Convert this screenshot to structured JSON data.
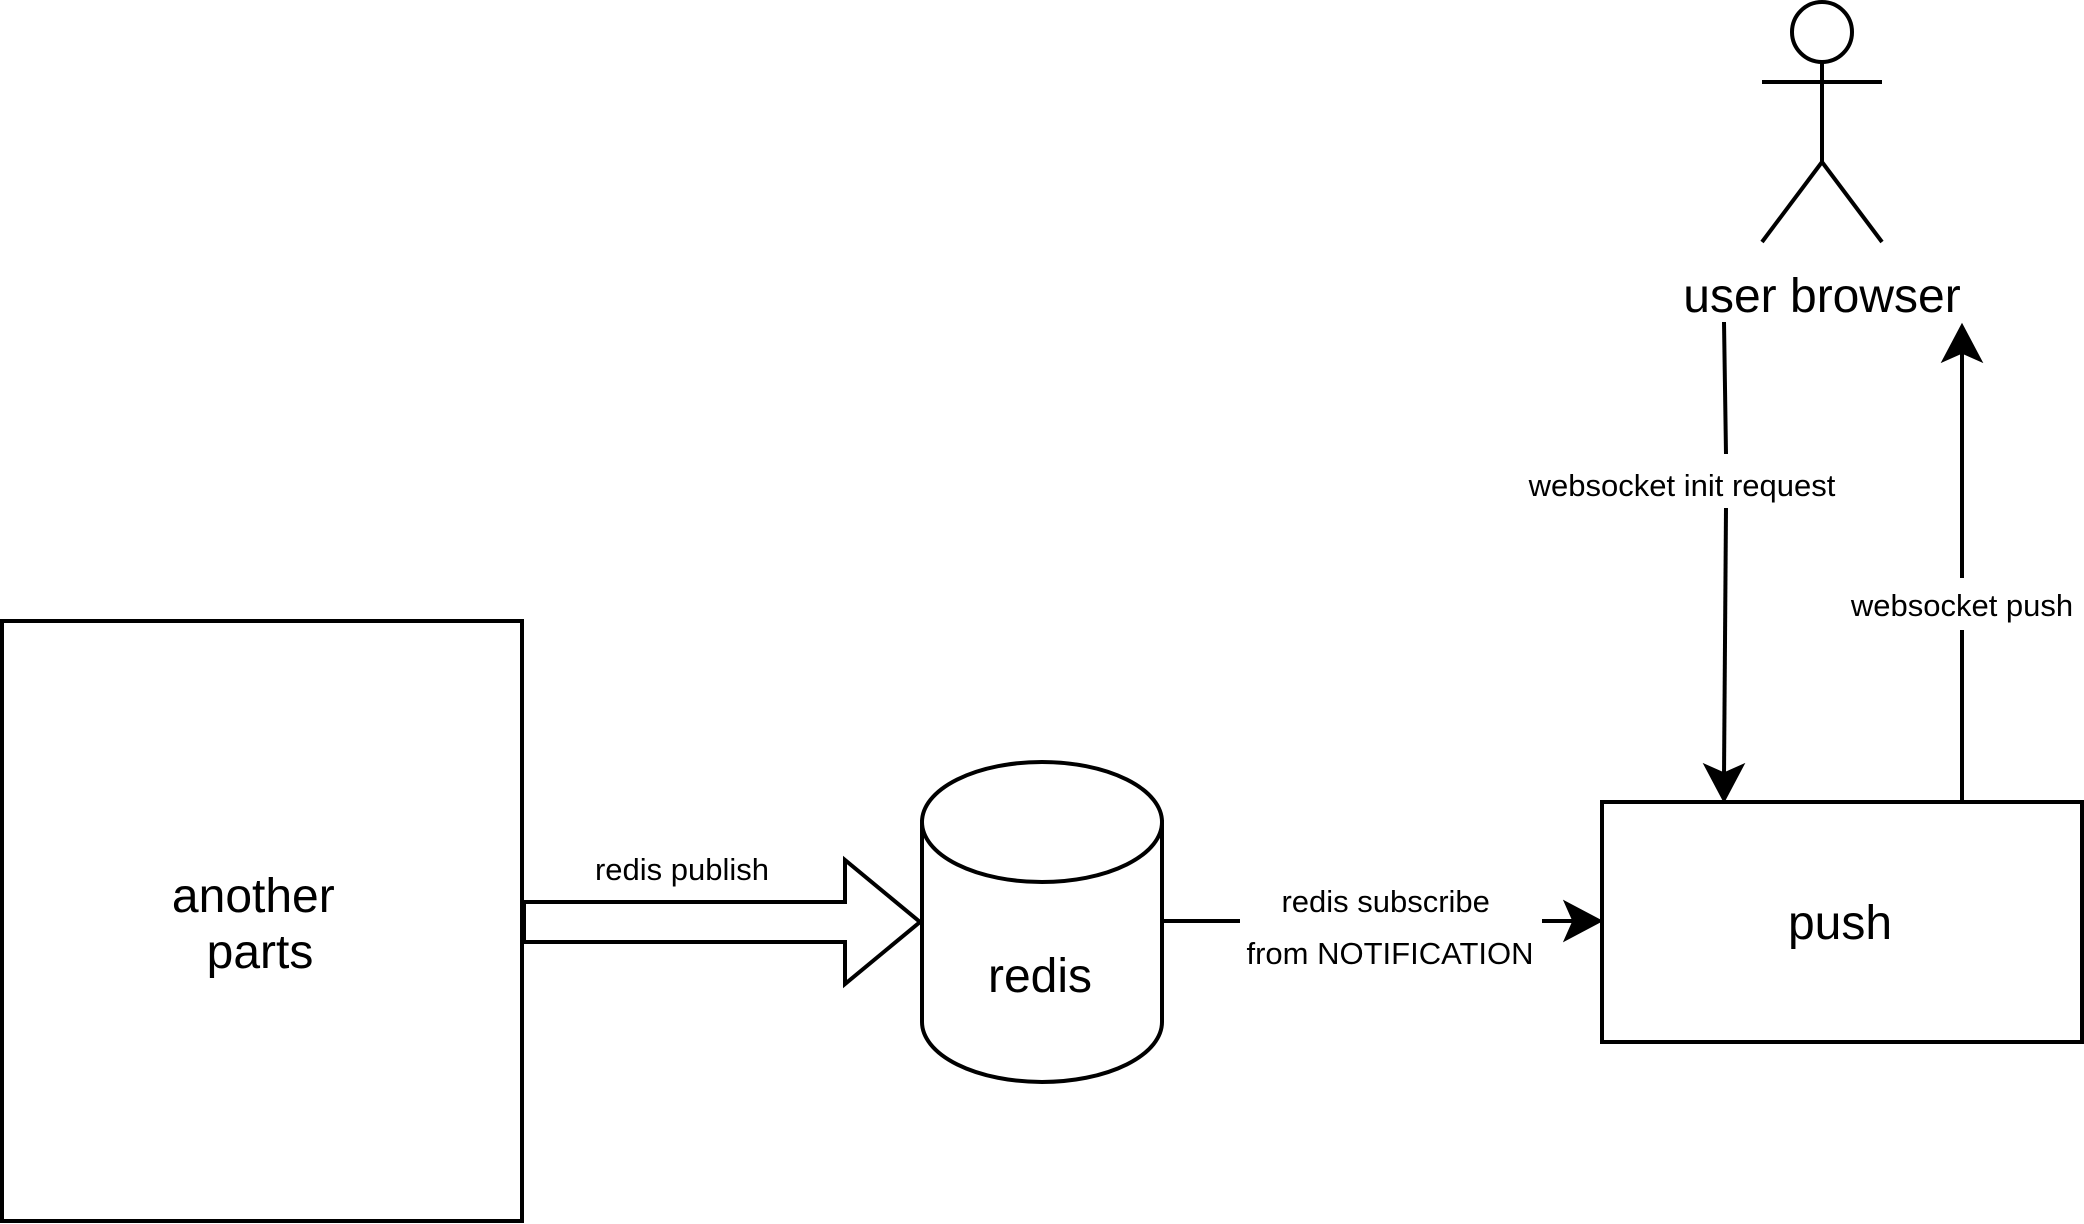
{
  "nodes": {
    "another_parts": {
      "label_lines": [
        "another",
        "parts"
      ],
      "shape": "rectangle"
    },
    "redis": {
      "label": "redis",
      "shape": "cylinder"
    },
    "push": {
      "label": "push",
      "shape": "rectangle"
    },
    "user_browser": {
      "label": "user browser",
      "shape": "actor"
    }
  },
  "edges": {
    "redis_publish": {
      "label": "redis publish",
      "style": "block-arrow"
    },
    "redis_subscribe": {
      "label_lines": [
        "redis subscribe",
        "from NOTIFICATION"
      ],
      "style": "arrow"
    },
    "websocket_init": {
      "label": "websocket init request",
      "style": "arrow"
    },
    "websocket_push": {
      "label": "websocket push",
      "style": "arrow"
    }
  },
  "colors": {
    "stroke": "#000000",
    "background": "#ffffff"
  }
}
